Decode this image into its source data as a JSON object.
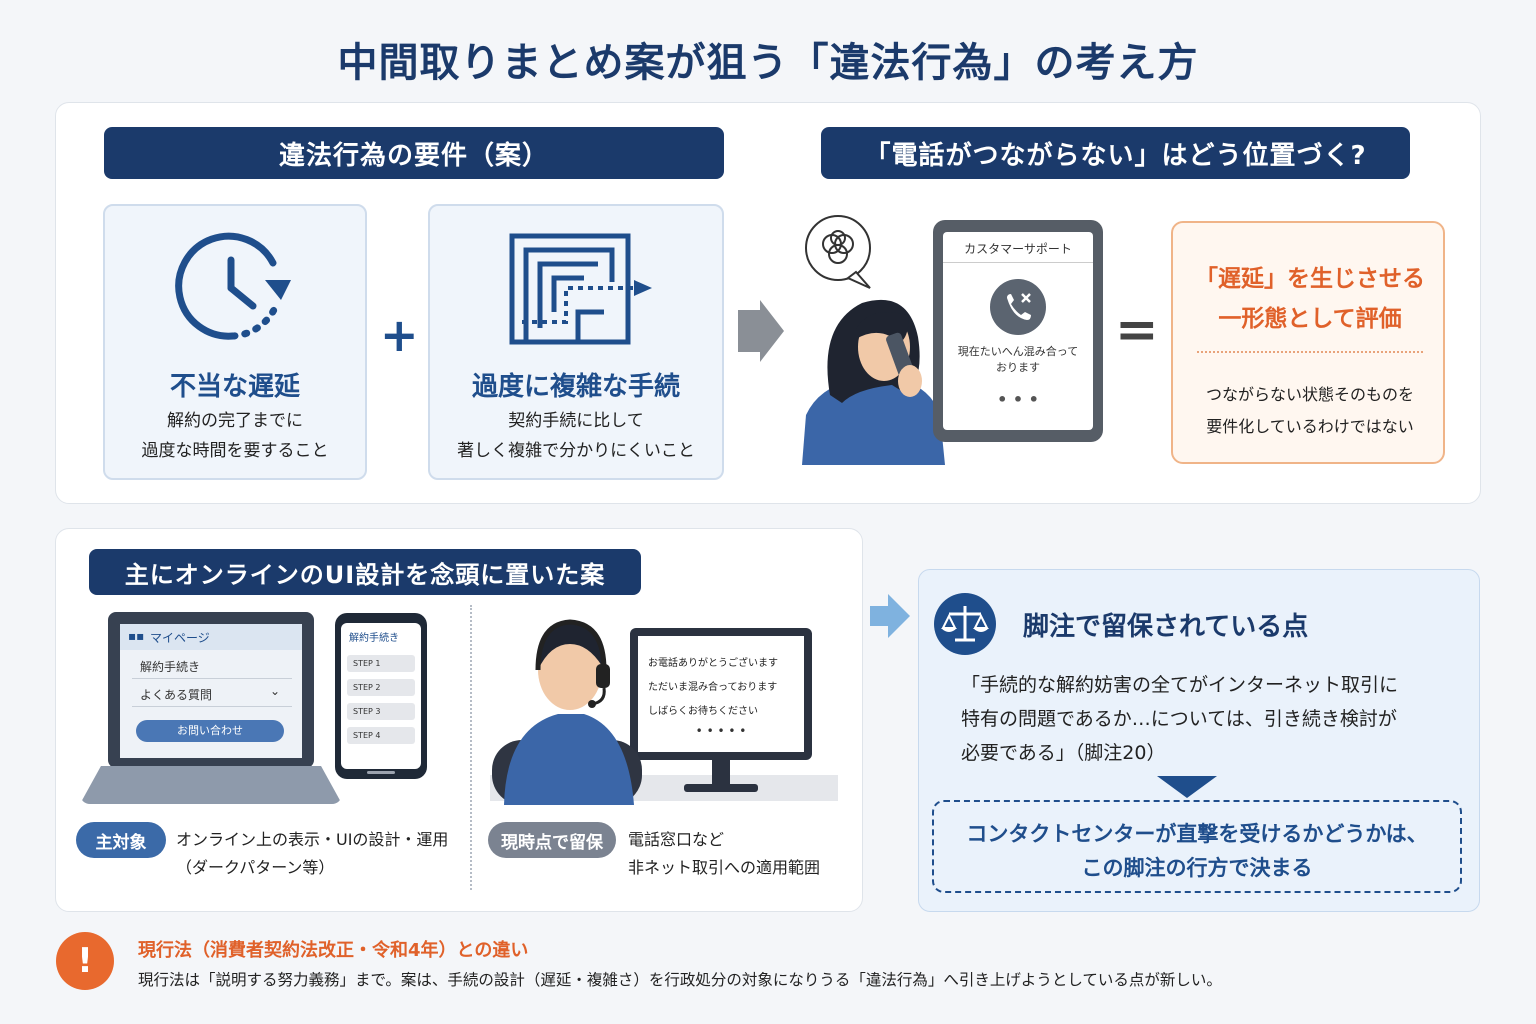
{
  "title": "中間取りまとめ案が狙う「違法行為」の考え方",
  "requirements": {
    "header": "違法行為の要件（案）",
    "card1": {
      "title": "不当な遅延",
      "desc1": "解約の完了までに",
      "desc2": "過度な時間を要すること"
    },
    "plus": "+",
    "card2": {
      "title": "過度に複雑な手続",
      "desc1": "契約手続に比して",
      "desc2": "著しく複雑で分かりにくいこと"
    }
  },
  "phone": {
    "header": "「電話がつながらない」はどう位置づく?",
    "screen_title": "カスタマーサポート",
    "screen_msg1": "現在たいへん混み合って",
    "screen_msg2": "おります",
    "screen_dots": "• • •",
    "equals": "=",
    "result_line1": "「遅延」を生じさせる",
    "result_line2": "一形態として評価",
    "result_sub1": "つながらない状態そのものを",
    "result_sub2": "要件化しているわけではない"
  },
  "online": {
    "header": "主にオンラインのUI設計を念頭に置いた案",
    "laptop": {
      "nav": "マイページ",
      "item1": "解約手続き",
      "item2": "よくある質問",
      "button": "お問い合わせ"
    },
    "mobile": {
      "title": "解約手続き",
      "steps": [
        "STEP 1",
        "STEP 2",
        "STEP 3",
        "STEP 4"
      ]
    },
    "monitor": {
      "line1": "お電話ありがとうございます",
      "line2": "ただいま混み合っております",
      "line3": "しばらくお待ちください",
      "dots": "• • • • •"
    },
    "main_tag": "主対象",
    "main_text1": "オンライン上の表示・UIの設計・運用",
    "main_text2": "（ダークパターン等）",
    "hold_tag": "現時点で留保",
    "hold_text1": "電話窓口など",
    "hold_text2": "非ネット取引への適用範囲"
  },
  "footnote": {
    "header": "脚注で留保されている点",
    "quote1": "「手続的な解約妨害の全てがインターネット取引に",
    "quote2": "特有の問題であるか…については、引き続き検討が",
    "quote3": "必要である」（脚注20）",
    "conclusion1": "コンタクトセンターが直撃を受けるかどうかは、",
    "conclusion2": "この脚注の行方で決まる"
  },
  "bottom": {
    "icon": "!",
    "heading": "現行法（消費者契約法改正・令和4年）との違い",
    "text": "現行法は「説明する努力義務」まで。案は、手続の設計（遅延・複雑さ）を行政処分の対象になりうる「違法行為」へ引き上げようとしている点が新しい。"
  },
  "colors": {
    "navy": "#1b3a6b",
    "accent_blue": "#1f4e8c",
    "orange": "#e0612a",
    "gray_tag": "#6b7280"
  }
}
